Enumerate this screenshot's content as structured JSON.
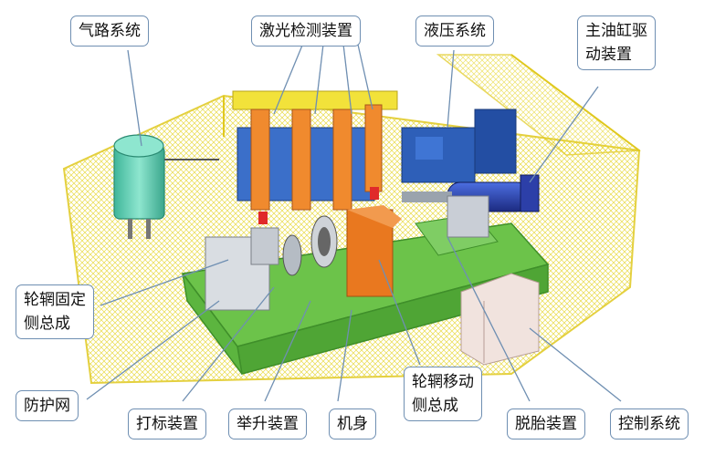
{
  "labels": {
    "pneumatic": "气路系统",
    "laser": "激光检测装置",
    "hydraulic": "液压系统",
    "main_cylinder": [
      "主油缸驱",
      "动装置"
    ],
    "rim_fixed": [
      "轮辋固定",
      "侧总成"
    ],
    "guard_net": "防护网",
    "marking": "打标装置",
    "lifting": "举升装置",
    "frame": "机身",
    "rim_moving": [
      "轮辋移动",
      "侧总成"
    ],
    "tire_removal": "脱胎装置",
    "control": "控制系统"
  },
  "colors": {
    "callout_border": "#6f8fb2",
    "guard_fence": "#f2e23a",
    "frame": "#6cc34a",
    "tank": "#6fd3b8",
    "laser_columns": "#f08a2e",
    "hydraulic_unit": "#2e5fb8",
    "cylinder": "#2c3fa8",
    "moving_side": "#e9781f",
    "fixed_side": "#d9dde2",
    "cabinet": "#f1e3de"
  }
}
